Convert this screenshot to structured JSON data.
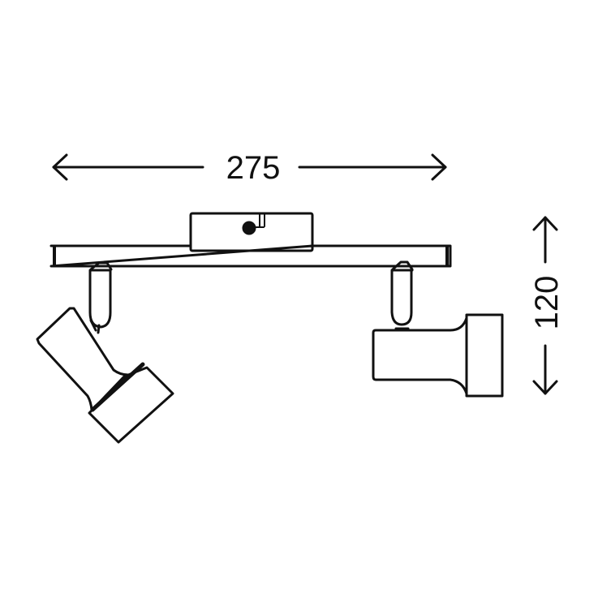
{
  "diagram": {
    "type": "technical-line-drawing",
    "subject": "two-light ceiling spotlight bar",
    "colors": {
      "background": "#ffffff",
      "stroke": "#111111"
    },
    "dimensions": {
      "width": {
        "value": "275",
        "orientation": "horizontal"
      },
      "height": {
        "value": "120",
        "orientation": "vertical"
      }
    },
    "parts": [
      {
        "id": "canopy",
        "label": "mounting canopy with screw"
      },
      {
        "id": "bar",
        "label": "horizontal mounting bar"
      },
      {
        "id": "spot-left",
        "label": "left spotlight, tilted"
      },
      {
        "id": "spot-right",
        "label": "right spotlight, horizontal"
      }
    ]
  }
}
